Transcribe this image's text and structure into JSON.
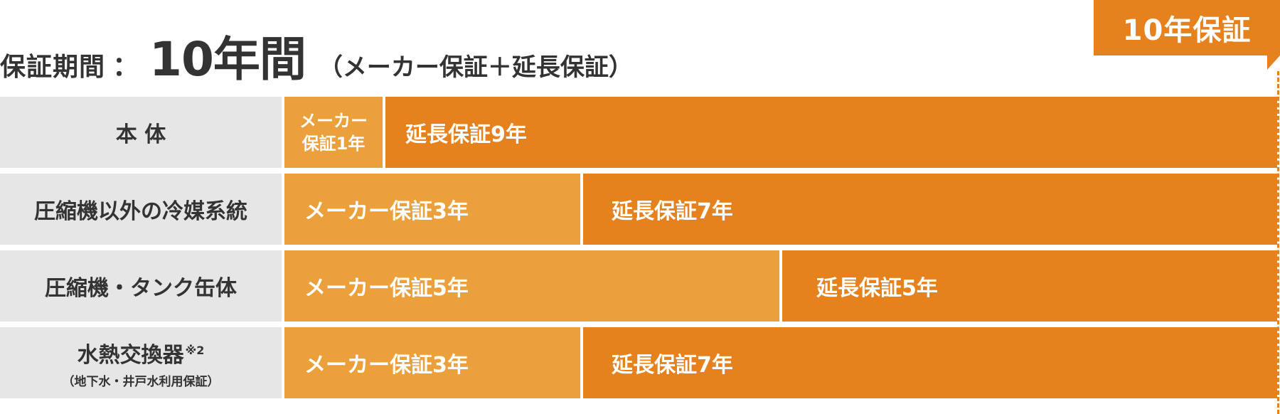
{
  "title": {
    "main": "保証期間",
    "colon": "：",
    "big": "10年間",
    "sub": "（メーカー保証＋延長保証）"
  },
  "badge": {
    "label": "10年保証"
  },
  "colors": {
    "maker": "#eba03c",
    "extended": "#e6821e",
    "label_bg": "#e6e6e6",
    "text": "#333333"
  },
  "rows": [
    {
      "label": "本 体",
      "maker_lines": [
        "メーカー",
        "保証1年"
      ],
      "extended": "延長保証9年",
      "maker_years": 1,
      "extended_years": 9
    },
    {
      "label": "圧縮機以外の冷媒系統",
      "maker": "メーカー保証3年",
      "extended": "延長保証7年",
      "maker_years": 3,
      "extended_years": 7
    },
    {
      "label": "圧縮機・タンク缶体",
      "maker": "メーカー保証5年",
      "extended": "延長保証5年",
      "maker_years": 5,
      "extended_years": 5
    },
    {
      "label": "水熱交換器",
      "label_sup": "※2",
      "label_note": "（地下水・井戸水利用保証）",
      "maker": "メーカー保証3年",
      "extended": "延長保証7年",
      "maker_years": 3,
      "extended_years": 7
    }
  ]
}
